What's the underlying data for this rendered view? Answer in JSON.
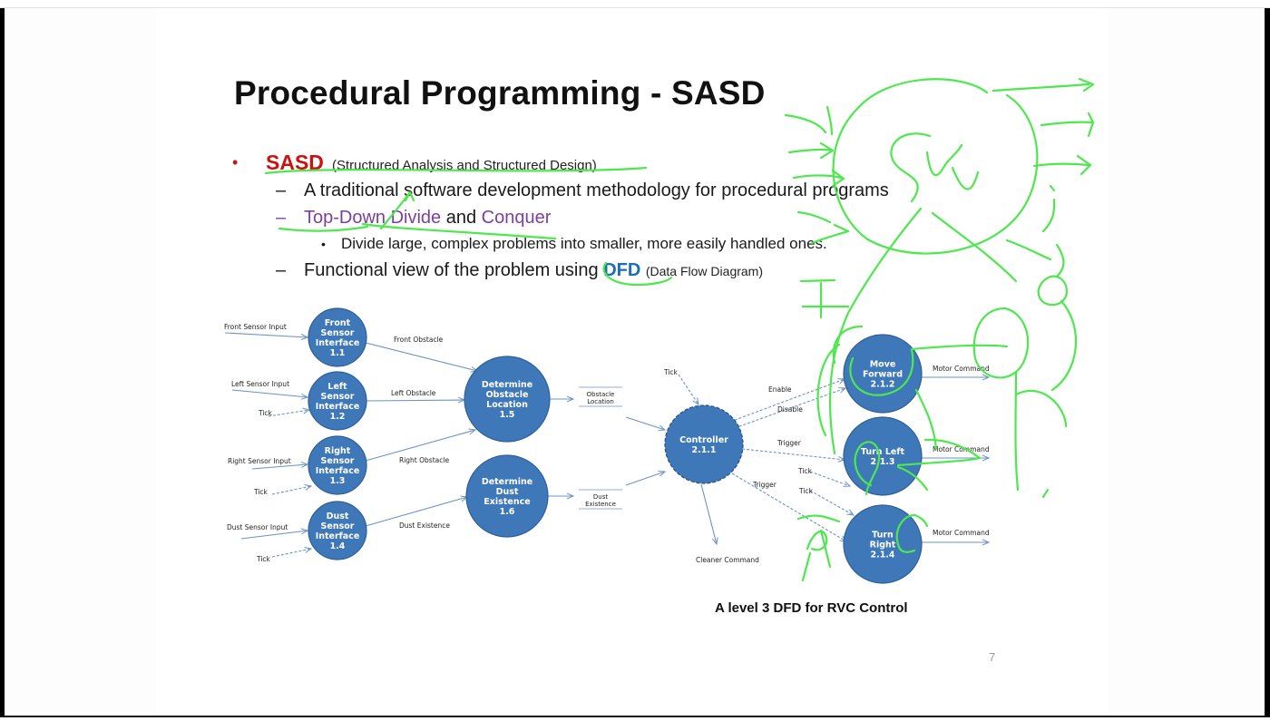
{
  "slide": {
    "title": "Procedural Programming - SASD",
    "bullets": {
      "b1": {
        "marker": "•",
        "term": "SASD",
        "expansion": "(Structured Analysis and Structured Design)"
      },
      "b2": {
        "marker": "–",
        "text": "A traditional software development methodology for procedural programs"
      },
      "b3": {
        "marker": "–",
        "part1": "Top-Down Divide",
        "part2": " and ",
        "part3": "Conquer"
      },
      "b4": {
        "marker": "•",
        "text": "Divide large, complex problems into smaller, more easily handled ones."
      },
      "b5": {
        "marker": "–",
        "text": "Functional view of the problem using ",
        "term": "DFD",
        "expansion": "(Data Flow Diagram)"
      }
    },
    "caption": "A level 3 DFD for RVC Control",
    "page_number": "7"
  },
  "colors": {
    "node_fill": "#3f78b9",
    "node_stroke": "#2f5f96",
    "arrow": "#6a93c4",
    "ink": "#4de84d",
    "accent_red": "#cc1111",
    "accent_purple": "#7b3fa0",
    "accent_blue": "#1a6fb5"
  },
  "diagram": {
    "nodes": [
      {
        "id": "n11",
        "lines": [
          "Front",
          "Sensor",
          "Interface",
          "1.1"
        ]
      },
      {
        "id": "n12",
        "lines": [
          "Left",
          "Sensor",
          "Interface",
          "1.2"
        ]
      },
      {
        "id": "n13",
        "lines": [
          "Right",
          "Sensor",
          "Interface",
          "1.3"
        ]
      },
      {
        "id": "n14",
        "lines": [
          "Dust",
          "Sensor",
          "Interface",
          "1.4"
        ]
      },
      {
        "id": "n15",
        "lines": [
          "Determine",
          "Obstacle",
          "Location",
          "1.5"
        ]
      },
      {
        "id": "n16",
        "lines": [
          "Determine",
          "Dust",
          "Existence",
          "1.6"
        ]
      },
      {
        "id": "n211",
        "lines": [
          "Controller",
          "2.1.1"
        ],
        "dashed": true
      },
      {
        "id": "n212",
        "lines": [
          "Move",
          "Forward",
          "2.1.2"
        ]
      },
      {
        "id": "n213",
        "lines": [
          "Turn Left",
          "2.1.3"
        ]
      },
      {
        "id": "n214",
        "lines": [
          "Turn",
          "Right",
          "2.1.4"
        ]
      }
    ],
    "stores": [
      {
        "id": "s1",
        "lines": [
          "Obstacle",
          "Location"
        ]
      },
      {
        "id": "s2",
        "lines": [
          "Dust",
          "Existence"
        ]
      }
    ],
    "flow_labels": {
      "front_sensor_input": "Front Sensor Input",
      "left_sensor_input": "Left Sensor Input",
      "right_sensor_input": "Right Sensor Input",
      "dust_sensor_input": "Dust Sensor Input",
      "tick": "Tick",
      "front_obstacle": "Front Obstacle",
      "left_obstacle": "Left Obstacle",
      "right_obstacle": "Right Obstacle",
      "dust_existence": "Dust Existence",
      "enable": "Enable",
      "disable": "Disable",
      "trigger": "Trigger",
      "motor_command": "Motor Command",
      "cleaner_command": "Cleaner Command"
    }
  }
}
